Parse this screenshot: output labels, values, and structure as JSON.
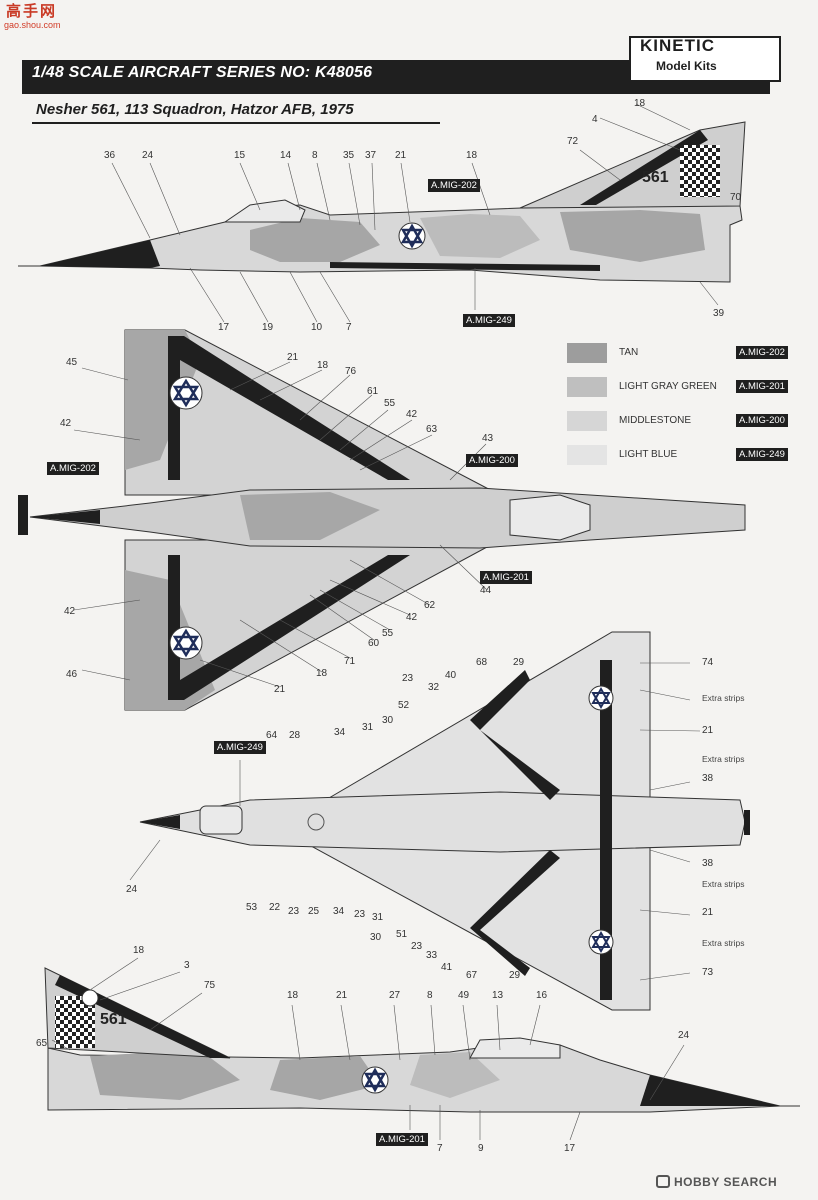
{
  "watermark": {
    "cn": "高手网",
    "url": "gao.shou.com"
  },
  "header": {
    "title": "1/48 SCALE AIRCRAFT SERIES NO: K48056",
    "brand": "KINETIC",
    "brand_sub": "Model Kits",
    "subtitle": "Nesher 561, 113 Squadron, Hatzor AFB, 1975"
  },
  "legend": [
    {
      "name": "TAN",
      "code": "A.MIG-202",
      "color": "#9d9d9d"
    },
    {
      "name": "LIGHT GRAY GREEN",
      "code": "A.MIG-201",
      "color": "#bfbfbf"
    },
    {
      "name": "MIDDLESTONE",
      "code": "A.MIG-200",
      "color": "#d6d6d6"
    },
    {
      "name": "LIGHT BLUE",
      "code": "A.MIG-249",
      "color": "#e4e4e4"
    }
  ],
  "aircraft_serial": "561",
  "callouts": {
    "side_top": [
      "18",
      "4",
      "72",
      "36",
      "24",
      "15",
      "14",
      "8",
      "35",
      "37",
      "21",
      "18",
      "70",
      "17",
      "19",
      "10",
      "7",
      "39"
    ],
    "side_top_codes": [
      "A.MIG-202",
      "A.MIG-249"
    ],
    "plan_top": [
      "45",
      "21",
      "18",
      "76",
      "61",
      "55",
      "42",
      "63",
      "42",
      "43",
      "44",
      "62",
      "42",
      "55",
      "60",
      "71",
      "18",
      "21",
      "42",
      "46"
    ],
    "plan_top_codes": [
      "A.MIG-202",
      "A.MIG-200",
      "A.MIG-201"
    ],
    "plan_bottom": [
      "68",
      "29",
      "74",
      "40",
      "23",
      "32",
      "52",
      "30",
      "31",
      "34",
      "28",
      "64",
      "21",
      "38",
      "38",
      "24",
      "53",
      "22",
      "23",
      "25",
      "34",
      "23",
      "31",
      "30",
      "51",
      "23",
      "33",
      "41",
      "67",
      "29",
      "21",
      "73"
    ],
    "plan_bottom_codes": [
      "A.MIG-249"
    ],
    "extra_strips": "Extra strips",
    "side_bottom": [
      "18",
      "3",
      "75",
      "65",
      "18",
      "21",
      "27",
      "8",
      "49",
      "13",
      "16",
      "24",
      "7",
      "9",
      "17"
    ],
    "side_bottom_codes": [
      "A.MIG-201"
    ]
  },
  "footer": {
    "brand": "HOBBY SEARCH"
  }
}
